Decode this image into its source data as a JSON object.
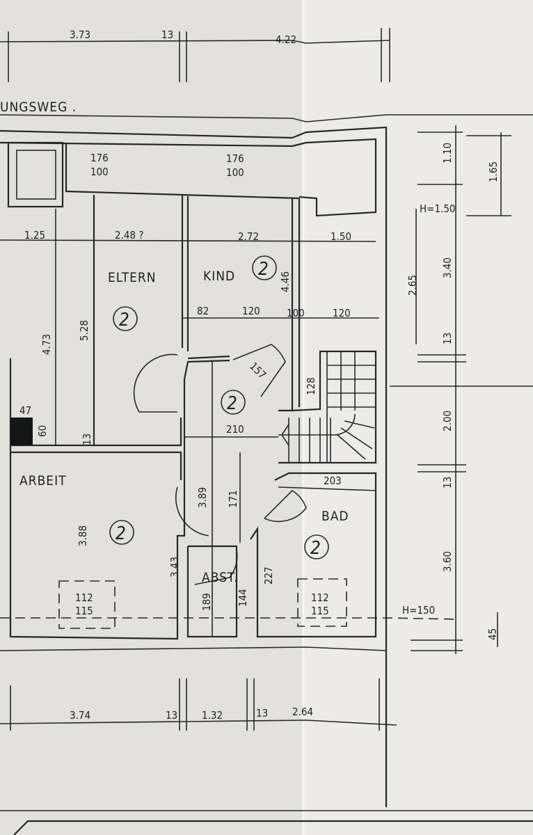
{
  "plan": {
    "street_label": "UNGSWEG .",
    "rooms": {
      "eltern": "ELTERN",
      "kind": "KIND",
      "arbeit": "ARBEIT",
      "bad": "BAD",
      "abst": "ABST."
    },
    "floor_marker": "2",
    "top_dims": [
      "3.73",
      "13",
      "4.22"
    ],
    "bottom_dims": [
      "3.74",
      "13",
      "1.32",
      "13",
      "2.64"
    ],
    "storage_dims": [
      "176",
      "100",
      "176",
      "100"
    ],
    "row_dims": [
      "1.25",
      "2.48 ?",
      "2.72",
      "1.50"
    ],
    "kind_dims": [
      "82",
      "120",
      "100",
      "120",
      "4.46"
    ],
    "left_dims": [
      "4.73",
      "5.28",
      "13",
      "47",
      "60"
    ],
    "hall_dims": [
      "157",
      "210",
      "128",
      "3.89",
      "171",
      "3.43",
      "189",
      "144",
      "227",
      "203"
    ],
    "arbeit_dims": [
      "3.88"
    ],
    "window_dims": [
      "112",
      "115",
      "112",
      "115"
    ],
    "right_dims": [
      "1.10",
      "1.65",
      "H=1.50",
      "2.65",
      "3.40",
      "13",
      "2.00",
      "13",
      "3.60",
      "H=150",
      "45"
    ]
  }
}
